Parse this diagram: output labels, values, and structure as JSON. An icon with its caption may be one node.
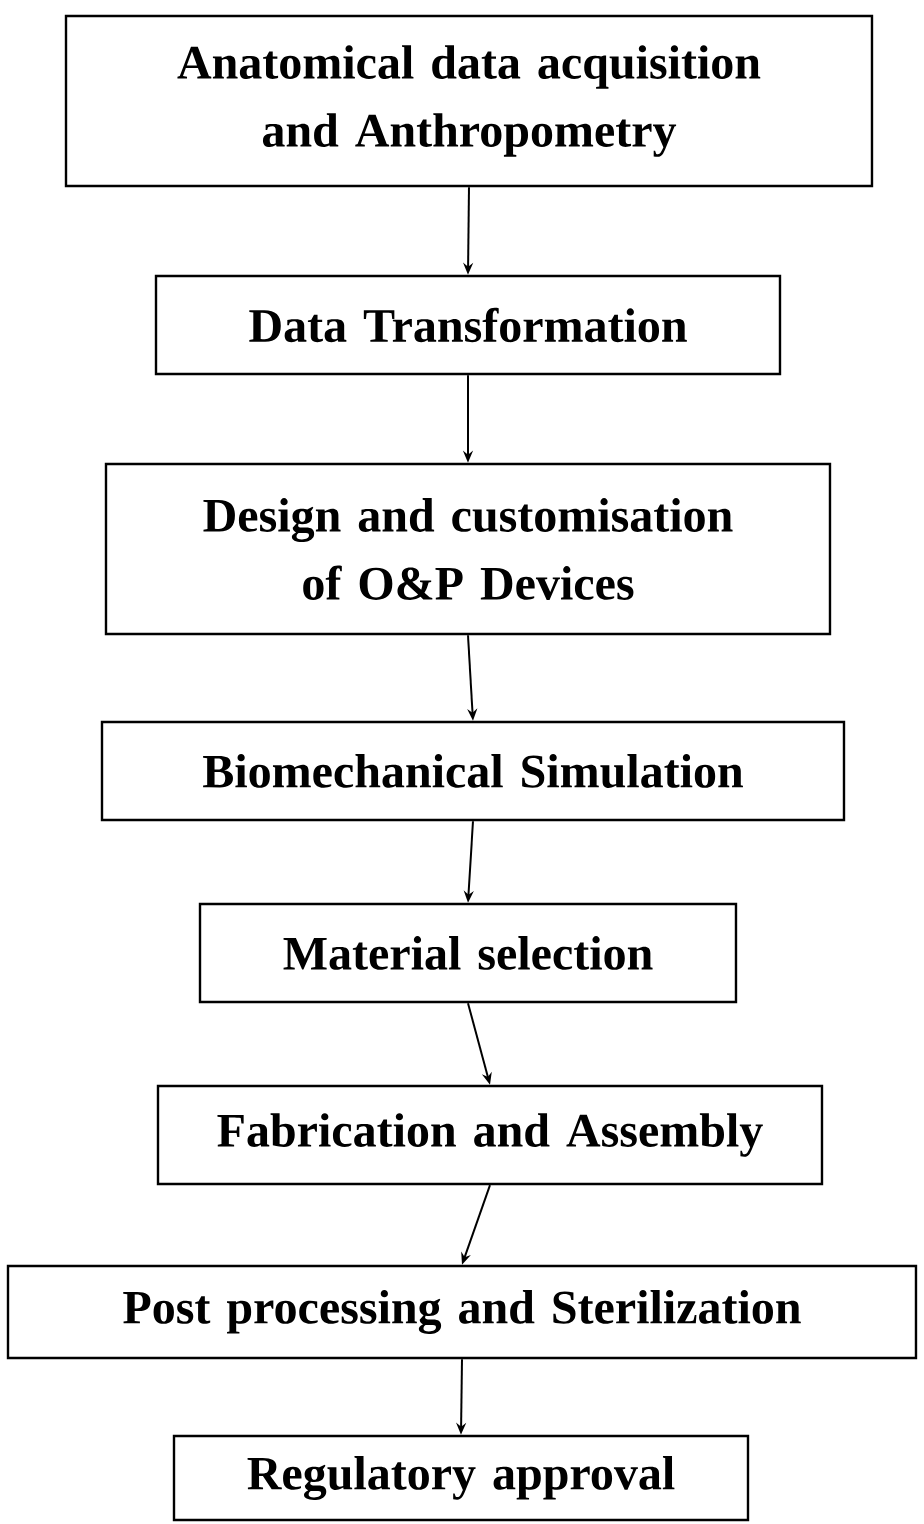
{
  "diagram": {
    "nodes": [
      {
        "text": [
          "Anatomical data acquisition and Anthropometry"
        ]
      },
      {
        "text": [
          "Data Transformation"
        ]
      },
      {
        "text": [
          "Design and customisation of O&P Devices"
        ]
      },
      {
        "text": [
          "Biomechanical Simulation"
        ]
      },
      {
        "text": [
          "Material selection"
        ]
      },
      {
        "text": [
          "Fabrication and Assembly"
        ]
      },
      {
        "text": [
          "Post processing and Sterilization"
        ]
      },
      {
        "text": [
          "Regulatory approval"
        ]
      }
    ],
    "edges": [
      {
        "from": 0,
        "to": 1,
        "arrow": "to"
      },
      {
        "from": 1,
        "to": 2,
        "arrow": "to"
      },
      {
        "from": 2,
        "to": 3,
        "arrow": "to"
      },
      {
        "from": 3,
        "to": 4,
        "arrow": "to"
      },
      {
        "from": 4,
        "to": 5,
        "arrow": "to"
      },
      {
        "from": 5,
        "to": 6,
        "arrow": "to"
      },
      {
        "from": 6,
        "to": 7,
        "arrow": "to"
      }
    ]
  }
}
